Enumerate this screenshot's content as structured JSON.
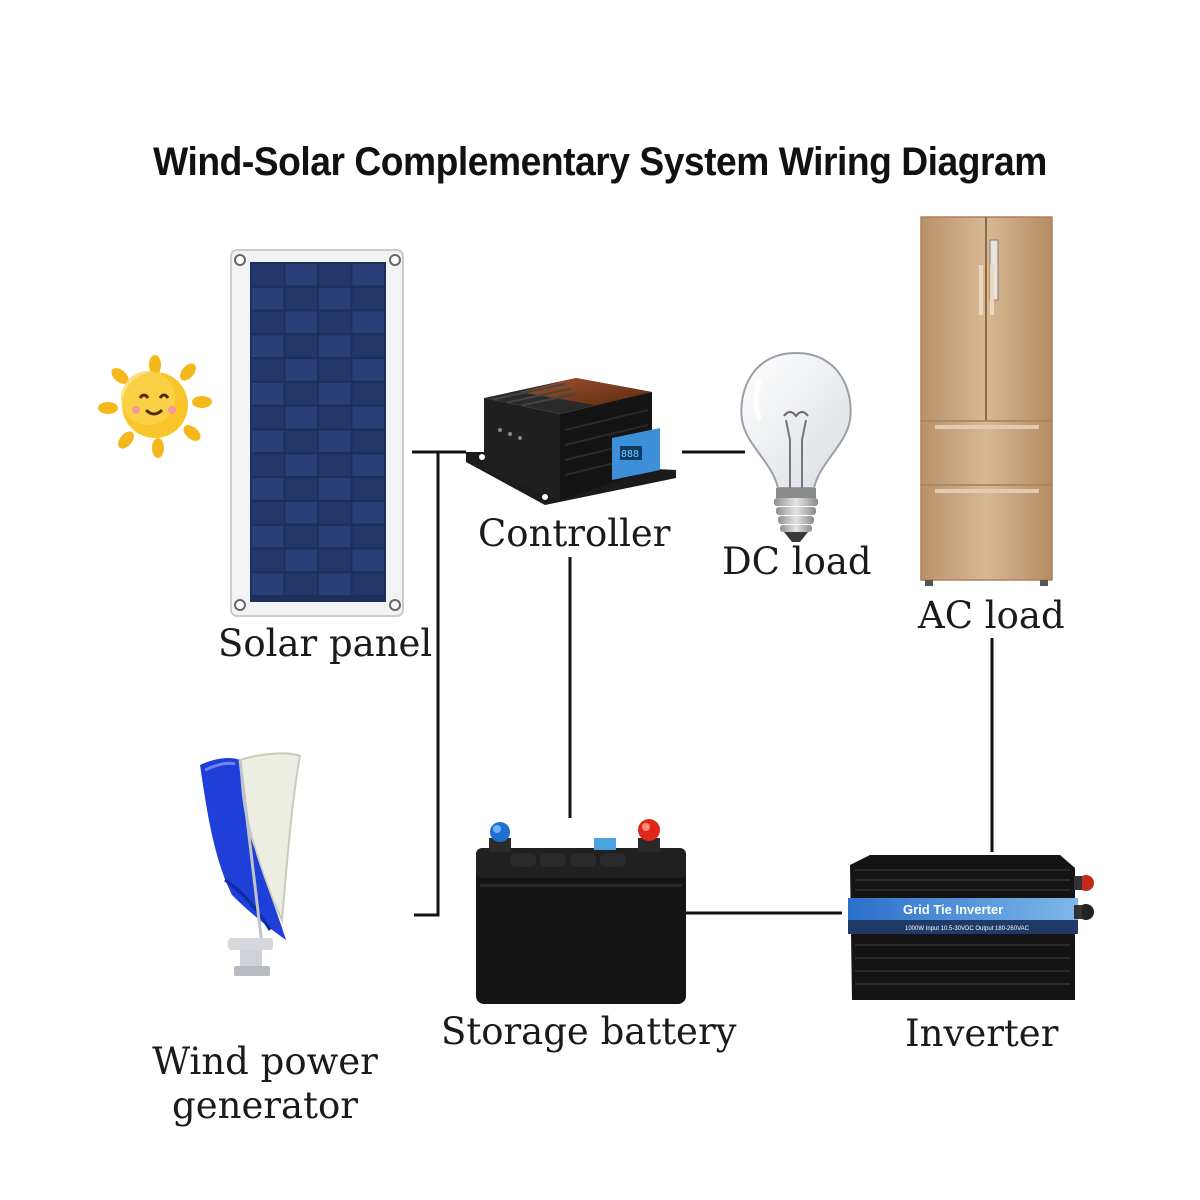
{
  "title": "Wind-Solar Complementary System Wiring Diagram",
  "components": {
    "solar_panel": "Solar panel",
    "controller": "Controller",
    "dc_load": "DC load",
    "ac_load": "AC load",
    "wind_generator_line1": "Wind power",
    "wind_generator_line2": "generator",
    "storage_battery": "Storage battery",
    "inverter": "Inverter"
  },
  "inverter_device": {
    "brand_text": "Grid Tie Inverter",
    "spec_text": "1000W  Input 10.5-30VDC Output 180-260VAC"
  },
  "controller_device": {
    "display_text": "888"
  },
  "colors": {
    "wire": "#111111",
    "solar_cell": "#1f2f5c",
    "sun": "#f5b81c",
    "battery_body": "#141414",
    "terminal_positive": "#e0261b",
    "terminal_negative": "#1f6fd1",
    "fridge": "#c9a57e",
    "wind_blade_blue": "#1e3fd8",
    "inverter_label": "#2a6fc9"
  }
}
